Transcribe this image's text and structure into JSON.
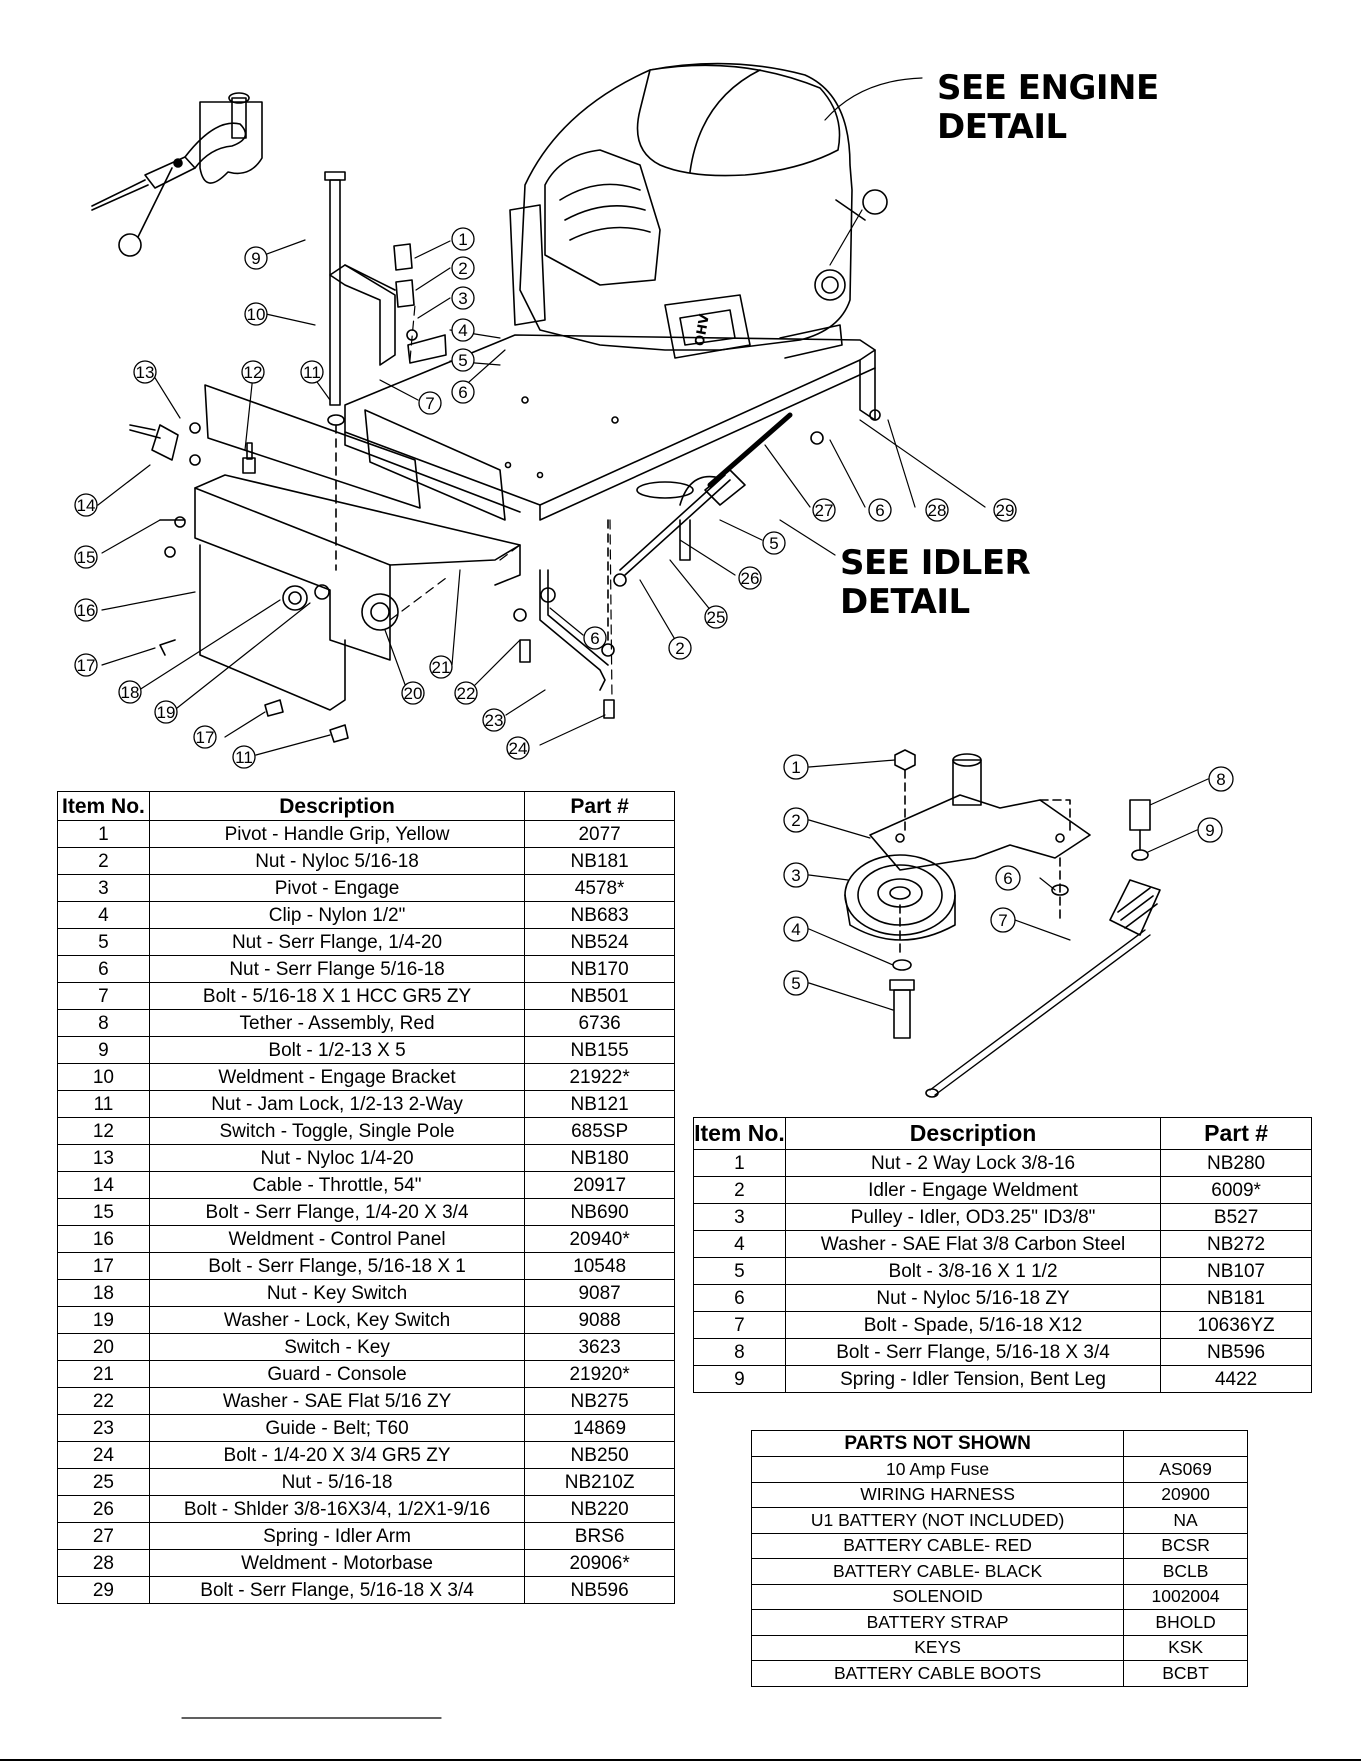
{
  "labels": {
    "engine_detail": [
      "SEE ENGINE",
      "DETAIL"
    ],
    "idler_detail": [
      "SEE IDLER",
      "DETAIL"
    ]
  },
  "main_callouts": [
    "1",
    "2",
    "3",
    "4",
    "5",
    "6",
    "7",
    "9",
    "10",
    "11",
    "12",
    "13",
    "14",
    "15",
    "16",
    "17",
    "18",
    "19",
    "20",
    "21",
    "22",
    "23",
    "24",
    "25",
    "26",
    "27",
    "6",
    "28",
    "29",
    "5",
    "2",
    "6",
    "17",
    "11"
  ],
  "idler_callouts": [
    "1",
    "2",
    "3",
    "4",
    "5",
    "6",
    "7",
    "8",
    "9"
  ],
  "engine_badge": "OHV",
  "main_table": {
    "headers": [
      "Item No.",
      "Description",
      "Part #"
    ],
    "rows": [
      [
        "1",
        "Pivot - Handle Grip, Yellow",
        "2077"
      ],
      [
        "2",
        "Nut - Nyloc 5/16-18",
        "NB181"
      ],
      [
        "3",
        "Pivot - Engage",
        "4578*"
      ],
      [
        "4",
        "Clip - Nylon 1/2\"",
        "NB683"
      ],
      [
        "5",
        "Nut - Serr Flange, 1/4-20",
        "NB524"
      ],
      [
        "6",
        "Nut - Serr Flange 5/16-18",
        "NB170"
      ],
      [
        "7",
        "Bolt - 5/16-18 X 1 HCC GR5 ZY",
        "NB501"
      ],
      [
        "8",
        "Tether - Assembly, Red",
        "6736"
      ],
      [
        "9",
        "Bolt - 1/2-13 X 5",
        "NB155"
      ],
      [
        "10",
        "Weldment - Engage Bracket",
        "21922*"
      ],
      [
        "11",
        "Nut - Jam Lock, 1/2-13 2-Way",
        "NB121"
      ],
      [
        "12",
        "Switch - Toggle, Single Pole",
        "685SP"
      ],
      [
        "13",
        "Nut - Nyloc 1/4-20",
        "NB180"
      ],
      [
        "14",
        "Cable - Throttle, 54\"",
        "20917"
      ],
      [
        "15",
        "Bolt - Serr Flange, 1/4-20 X 3/4",
        "NB690"
      ],
      [
        "16",
        "Weldment - Control Panel",
        "20940*"
      ],
      [
        "17",
        "Bolt - Serr Flange, 5/16-18 X 1",
        "10548"
      ],
      [
        "18",
        "Nut - Key Switch",
        "9087"
      ],
      [
        "19",
        "Washer - Lock, Key Switch",
        "9088"
      ],
      [
        "20",
        "Switch - Key",
        "3623"
      ],
      [
        "21",
        "Guard - Console",
        "21920*"
      ],
      [
        "22",
        "Washer - SAE Flat 5/16 ZY",
        "NB275"
      ],
      [
        "23",
        "Guide - Belt; T60",
        "14869"
      ],
      [
        "24",
        "Bolt - 1/4-20 X 3/4 GR5 ZY",
        "NB250"
      ],
      [
        "25",
        "Nut - 5/16-18",
        "NB210Z"
      ],
      [
        "26",
        "Bolt - Shlder 3/8-16X3/4, 1/2X1-9/16",
        "NB220"
      ],
      [
        "27",
        "Spring - Idler Arm",
        "BRS6"
      ],
      [
        "28",
        "Weldment - Motorbase",
        "20906*"
      ],
      [
        "29",
        "Bolt - Serr Flange, 5/16-18 X 3/4",
        "NB596"
      ]
    ]
  },
  "idler_table": {
    "headers": [
      "Item No.",
      "Description",
      "Part #"
    ],
    "rows": [
      [
        "1",
        "Nut - 2 Way Lock 3/8-16",
        "NB280"
      ],
      [
        "2",
        "Idler - Engage Weldment",
        "6009*"
      ],
      [
        "3",
        "Pulley - Idler, OD3.25\" ID3/8\"",
        "B527"
      ],
      [
        "4",
        "Washer - SAE Flat 3/8 Carbon Steel",
        "NB272"
      ],
      [
        "5",
        "Bolt - 3/8-16 X 1 1/2",
        "NB107"
      ],
      [
        "6",
        "Nut - Nyloc 5/16-18 ZY",
        "NB181"
      ],
      [
        "7",
        "Bolt - Spade, 5/16-18 X12",
        "10636YZ"
      ],
      [
        "8",
        "Bolt - Serr Flange, 5/16-18 X 3/4",
        "NB596"
      ],
      [
        "9",
        "Spring - Idler Tension, Bent Leg",
        "4422"
      ]
    ]
  },
  "parts_not_shown": {
    "header": "PARTS NOT SHOWN",
    "rows": [
      [
        "10 Amp Fuse",
        "AS069"
      ],
      [
        "WIRING HARNESS",
        "20900"
      ],
      [
        "U1 BATTERY (NOT INCLUDED)",
        "NA"
      ],
      [
        "BATTERY CABLE- RED",
        "BCSR"
      ],
      [
        "BATTERY CABLE- BLACK",
        "BCLB"
      ],
      [
        "SOLENOID",
        "1002004"
      ],
      [
        "BATTERY STRAP",
        "BHOLD"
      ],
      [
        "KEYS",
        "KSK"
      ],
      [
        "BATTERY CABLE BOOTS",
        "BCBT"
      ]
    ]
  }
}
